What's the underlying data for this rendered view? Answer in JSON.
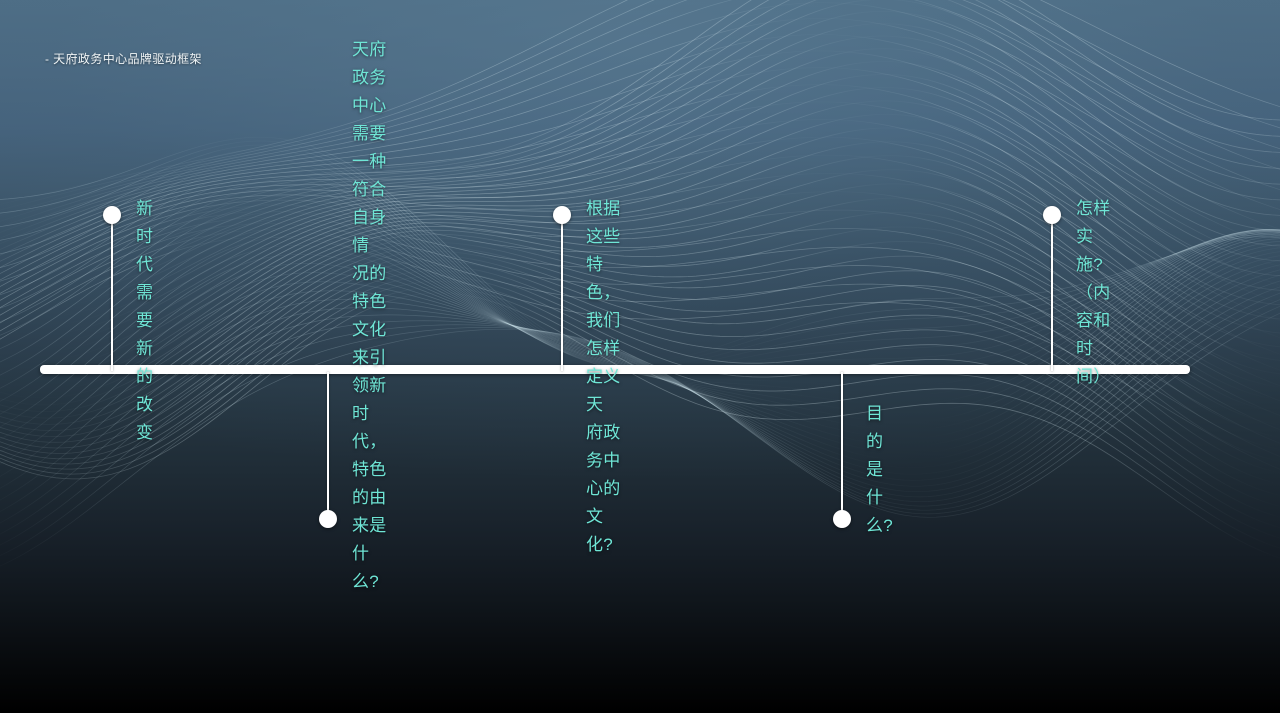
{
  "slide": {
    "header_note": "- 天府政务中心品牌驱动框架",
    "accent_color": "#6fe6d6",
    "axis_color": "#ffffff",
    "background_top_color": "#4d6d85",
    "background_bottom_color": "#000000"
  },
  "timeline": {
    "nodes": [
      {
        "id": "node-1",
        "position": "above",
        "label": "新时代需要新的改变"
      },
      {
        "id": "node-2",
        "position": "below",
        "label": "天府政务中心需要一种符合自身情\n况的特色文化来引领新时代，特色\n的由来是什么?"
      },
      {
        "id": "node-3",
        "position": "above",
        "label": "根据这些特色，我们怎样定义天\n府政务中心的文化?"
      },
      {
        "id": "node-4",
        "position": "below",
        "label": "目的是什么?"
      },
      {
        "id": "node-5",
        "position": "above",
        "label": "怎样实施?\n  （内容和时间）"
      }
    ]
  }
}
